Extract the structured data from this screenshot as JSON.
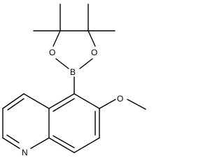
{
  "molecule": {
    "atoms": {
      "o1": "O",
      "o2": "O",
      "b": "B",
      "o_methoxy": "O",
      "n": "N"
    },
    "colors": {
      "ink": "#000000",
      "background": "#ffffff"
    }
  }
}
